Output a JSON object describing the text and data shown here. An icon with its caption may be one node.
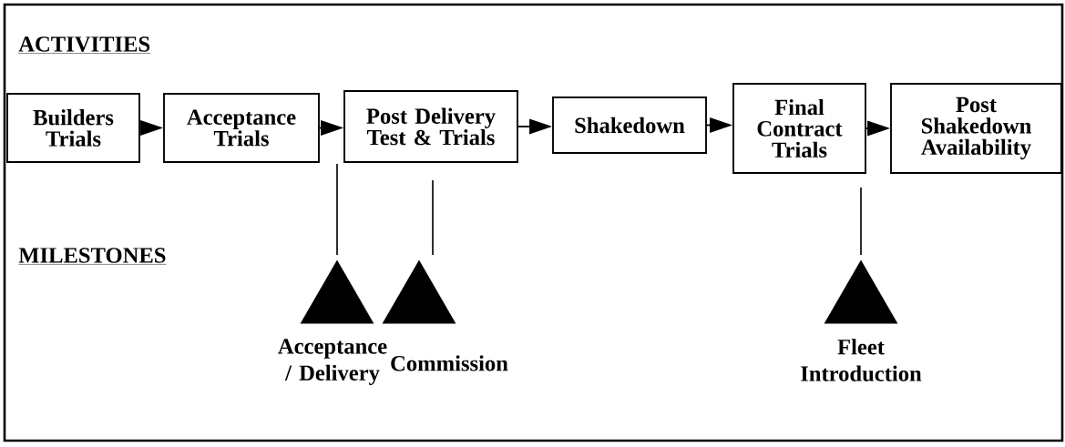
{
  "diagram": {
    "nodes": [
      {
        "text": [
          "Builders Trials"
        ]
      },
      {
        "text": [
          "Acceptance Trials"
        ]
      },
      {
        "text": [
          "Post Delivery Test & Trials"
        ]
      },
      {
        "text": [
          "Shakedown"
        ]
      },
      {
        "text": [
          "Final Contract Trials"
        ]
      },
      {
        "text": [
          "Post Shakedown Availability"
        ]
      },
      {
        "text": [
          "Acceptance / Delivery"
        ]
      },
      {
        "text": [
          "Commission"
        ]
      },
      {
        "text": [
          "Fleet Introduction"
        ]
      }
    ],
    "edges": [
      {
        "from": 0,
        "to": 1,
        "arrow": "to"
      },
      {
        "from": 1,
        "to": 2,
        "arrow": "to"
      },
      {
        "from": 2,
        "to": 3,
        "arrow": "to"
      },
      {
        "from": 3,
        "to": 4,
        "arrow": "to"
      },
      {
        "from": 4,
        "to": 5,
        "arrow": "to"
      }
    ],
    "labels": [
      "ACTIVITIES",
      "MILESTONES"
    ]
  }
}
